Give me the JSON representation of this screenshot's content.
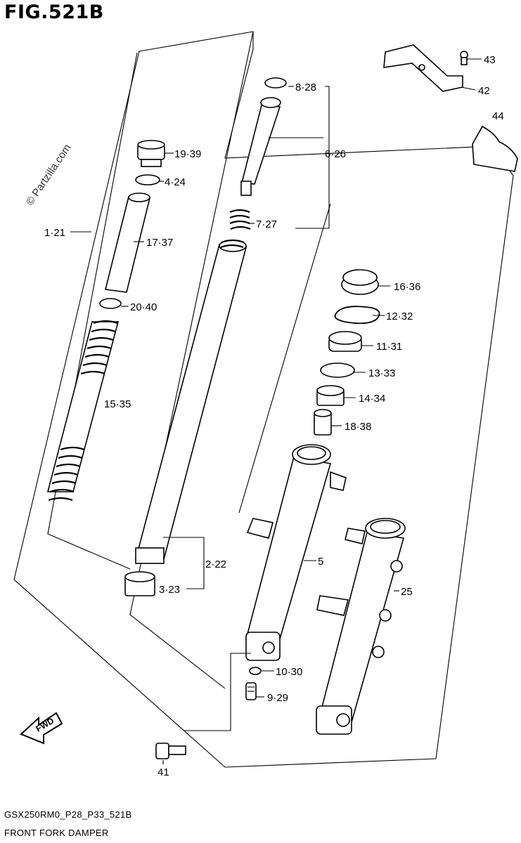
{
  "figure": {
    "title": "FIG.521B",
    "code": "GSX250RM0_P28_P33_521B",
    "caption": "FRONT FORK DAMPER",
    "watermark": "© Partzilla.com",
    "fwd": "FWD"
  },
  "callouts": {
    "c_1_21": "1·21",
    "c_2_22": "2·22",
    "c_3_23": "3·23",
    "c_4_24": "4·24",
    "c_5": "5",
    "c_6_26": "6·26",
    "c_7_27": "7·27",
    "c_8_28": "8·28",
    "c_9_29": "9·29",
    "c_10_30": "10·30",
    "c_11_31": "11·31",
    "c_12_32": "12·32",
    "c_13_33": "13·33",
    "c_14_34": "14·34",
    "c_15_35": "15·35",
    "c_16_36": "16·36",
    "c_17_37": "17·37",
    "c_18_38": "18·38",
    "c_19_39": "19·39",
    "c_20_40": "20·40",
    "c_25": "25",
    "c_41": "41",
    "c_42": "42",
    "c_43": "43",
    "c_44": "44"
  }
}
